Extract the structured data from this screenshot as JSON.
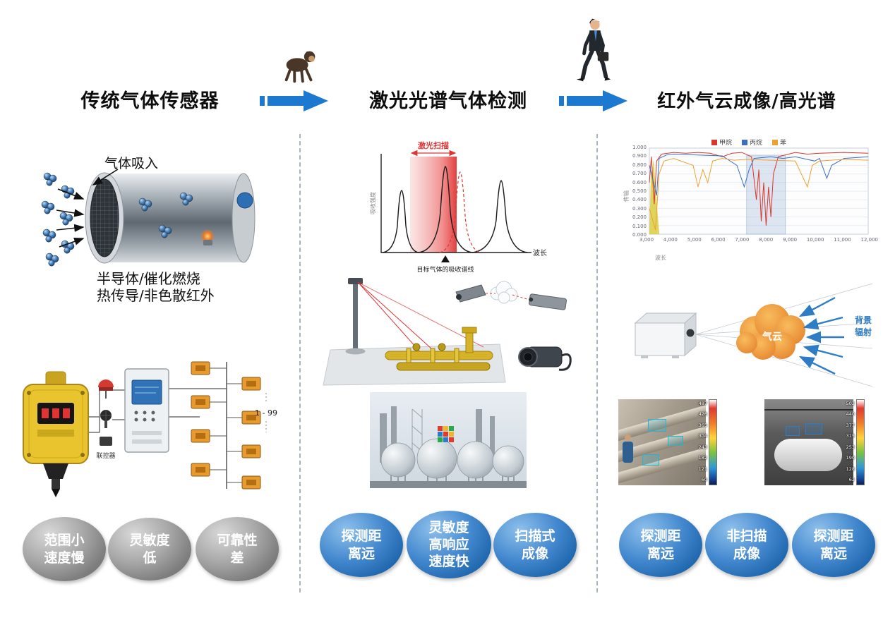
{
  "flow": {
    "stage1_title": "传统气体传感器",
    "stage2_title": "激光光谱气体检测",
    "stage3_title": "红外气云成像/高光谱"
  },
  "traditional": {
    "intake_label": "气体吸入",
    "tech_text": "半导体/催化燃烧\n热传导/非色散红外",
    "controller_caption": "联控器",
    "network_range_label": "1 - 99",
    "badges": [
      "范围小\n速度慢",
      "灵敏度\n低",
      "可靠性\n差"
    ]
  },
  "laser": {
    "chart": {
      "scan_label": "激光扫描",
      "y_axis_label": "吸收强度",
      "x_axis_label": "波长",
      "target_label": "目标气体的吸收谱线"
    },
    "badges": [
      "探测距\n离远",
      "灵敏度\n高响应\n速度快",
      "扫描式\n成像"
    ]
  },
  "infrared": {
    "chart": {
      "legend": [
        {
          "label": "甲烷",
          "color": "#d8372c"
        },
        {
          "label": "丙烷",
          "color": "#3a6fc4"
        },
        {
          "label": "苯",
          "color": "#eda22f"
        }
      ],
      "y_axis_label": "传输",
      "x_axis_label": "波长",
      "y_ticks": [
        "1.000",
        "0.900",
        "0.800",
        "0.700",
        "0.600",
        "0.500",
        "0.400",
        "0.300",
        "0.200",
        "0.100",
        "0.000"
      ],
      "x_ticks": [
        "3,000",
        "4,000",
        "5,000",
        "6,000",
        "7,000",
        "8,000",
        "9,000",
        "10,000",
        "11,000",
        "12,000"
      ]
    },
    "cloud": {
      "cloud_label": "气云",
      "radiation_label": "背景\n辐射"
    },
    "thermal_left_scale": [
      "487",
      "426",
      "365",
      "304",
      "243",
      "182",
      "121",
      "60"
    ],
    "thermal_right_scale": [
      "502",
      "440",
      "377",
      "315",
      "253",
      "190",
      "128",
      "62"
    ],
    "badges": [
      "探测距\n离远",
      "非扫描\n成像",
      "探测距\n离远"
    ]
  }
}
